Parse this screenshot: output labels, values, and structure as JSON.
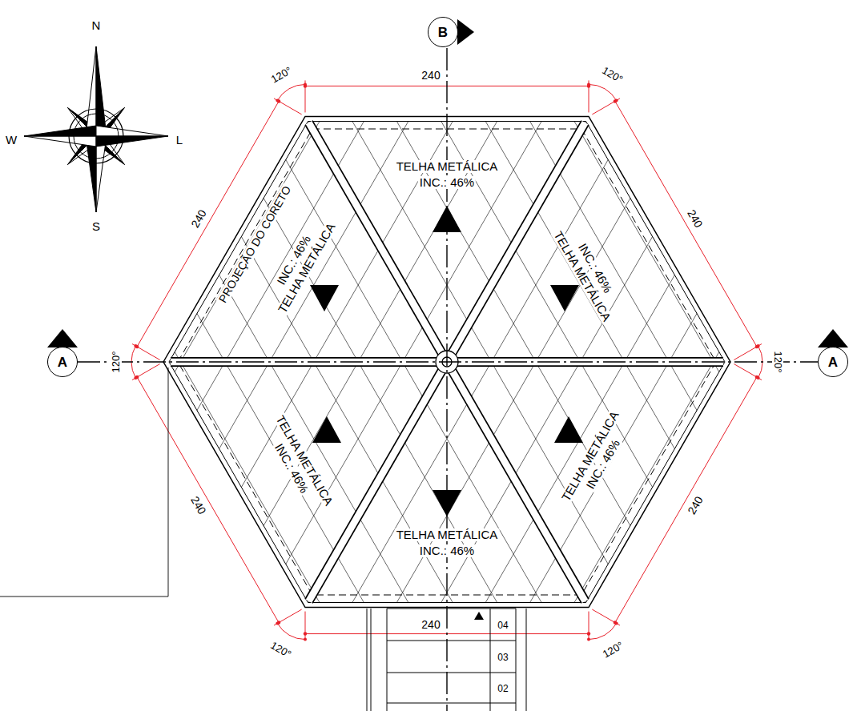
{
  "diagram": {
    "nodes": [
      {
        "text": [
          "B"
        ]
      },
      {
        "text": [
          "A"
        ]
      },
      {
        "text": [
          "A"
        ]
      }
    ],
    "edges": [
      {
        "from": 1,
        "to": 2,
        "arrow": "none"
      }
    ],
    "labels": [
      "N",
      "W",
      "L",
      "S",
      "240",
      "240",
      "240",
      "240",
      "240",
      "240",
      "120°",
      "120°",
      "120°",
      "120°",
      "120°",
      "120°",
      "TELHA METÁLICA",
      "INC.: 46%",
      "TELHA METÁLICA",
      "INC.: 46%",
      "TELHA METÁLICA",
      "INC.: 46%",
      "TELHA METÁLICA",
      "INC.: 46%",
      "TELHA METÁLICA",
      "INC.: 46%",
      "TELHA METÁLICA",
      "INC.: 46%",
      "PROJEÇÃO DO CORETO",
      "04",
      "03",
      "02"
    ]
  }
}
